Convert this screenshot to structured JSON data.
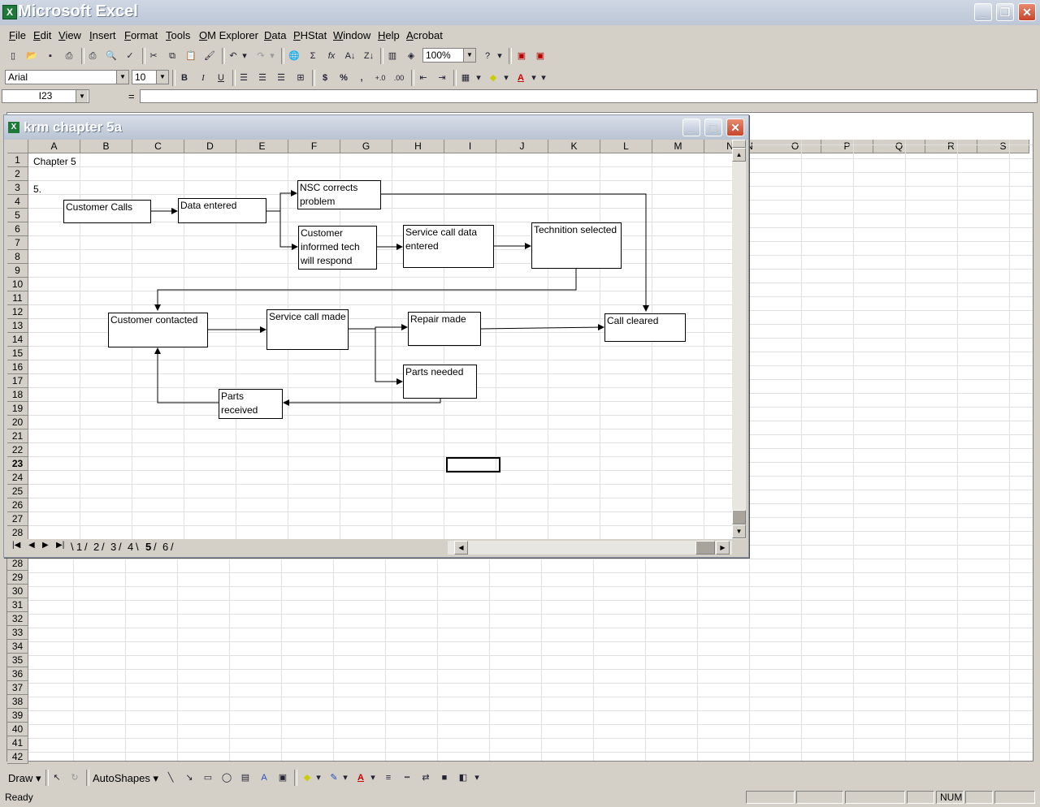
{
  "app": {
    "title": "Microsoft Excel"
  },
  "menu": [
    "File",
    "Edit",
    "View",
    "Insert",
    "Format",
    "Tools",
    "OM Explorer",
    "Data",
    "PHStat",
    "Window",
    "Help",
    "Acrobat"
  ],
  "toolbar": {
    "zoom": "100%",
    "font_name": "Arial",
    "font_size": "10"
  },
  "formula": {
    "name_box": "I23",
    "equals": "="
  },
  "columns_bg": [
    "N",
    "O",
    "P",
    "Q",
    "R",
    "S"
  ],
  "workbook": {
    "title": "krm chapter 5a",
    "columns": [
      "A",
      "B",
      "C",
      "D",
      "E",
      "F",
      "G",
      "H",
      "I",
      "J",
      "K",
      "L",
      "M",
      "N"
    ],
    "cells": {
      "a1": "Chapter 5",
      "a3": "5."
    },
    "sheet_tabs": [
      "1",
      "2",
      "3",
      "4",
      "5",
      "6"
    ],
    "active_tab": "5"
  },
  "flowchart": {
    "customer_calls": "Customer Calls",
    "data_entered": "Data entered",
    "nsc_corrects": "NSC corrects problem",
    "customer_informed": "Customer informed tech will respond",
    "service_call_data": "Service call data entered",
    "technition_selected": "Technition selected",
    "customer_contacted": "Customer contacted",
    "service_call_made": "Service call made",
    "repair_made": "Repair made",
    "call_cleared": "Call cleared",
    "parts_needed": "Parts needed",
    "parts_received": "Parts received"
  },
  "drawbar": {
    "draw": "Draw",
    "autoshapes": "AutoShapes"
  },
  "status": {
    "text": "Ready",
    "num": "NUM"
  }
}
